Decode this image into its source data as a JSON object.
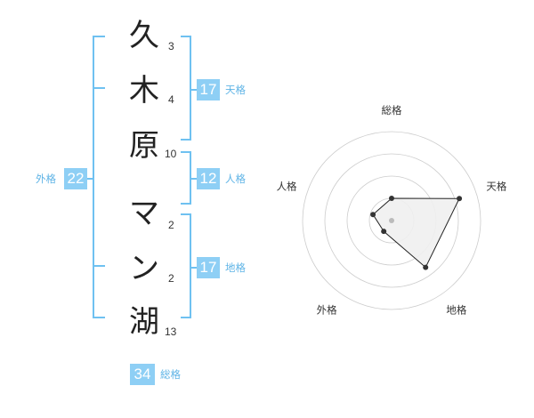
{
  "name": {
    "chars": [
      "久",
      "木",
      "原",
      "マ",
      "ン",
      "湖"
    ],
    "strokes": [
      3,
      4,
      10,
      2,
      2,
      13
    ]
  },
  "scores": {
    "tenkaku": {
      "value": 17,
      "label": "天格"
    },
    "jinkaku": {
      "value": 12,
      "label": "人格"
    },
    "chikaku": {
      "value": 17,
      "label": "地格"
    },
    "gaikaku": {
      "value": 22,
      "label": "外格"
    },
    "soukaku": {
      "value": 34,
      "label": "総格"
    }
  },
  "chart_data": {
    "type": "radar",
    "axes": [
      "総格",
      "天格",
      "地格",
      "外格",
      "人格"
    ],
    "values": [
      0.25,
      0.8,
      0.65,
      0.15,
      0.22
    ],
    "rings": 4,
    "colors": {
      "fill": "#f0f0f0",
      "stroke": "#222222",
      "ring": "#cccccc",
      "point": "#333333",
      "center": "#bbbbbb"
    }
  }
}
